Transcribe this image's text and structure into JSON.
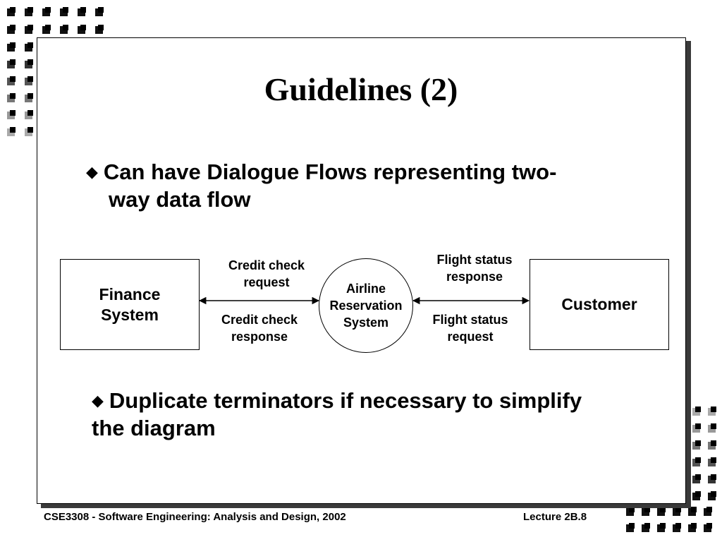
{
  "slide": {
    "title": "Guidelines (2)",
    "bullets": [
      {
        "lines": [
          "Can have Dialogue Flows representing two-",
          "way data flow"
        ]
      },
      {
        "lines": [
          "Duplicate terminators if necessary to simplify",
          "the diagram"
        ]
      }
    ],
    "bullet_symbol": "◆"
  },
  "diagram": {
    "terminators": [
      {
        "label": "Finance\nSystem"
      },
      {
        "label": "Customer"
      }
    ],
    "process": {
      "label": "Airline\nReservation\nSystem"
    },
    "flows": [
      {
        "label": "Credit check\nrequest"
      },
      {
        "label": "Credit check\nresponse"
      },
      {
        "label": "Flight status\nresponse"
      },
      {
        "label": "Flight status\nrequest"
      }
    ]
  },
  "footer": {
    "left": "CSE3308 - Software Engineering: Analysis and Design, 2002",
    "right": "Lecture 2B.8"
  }
}
